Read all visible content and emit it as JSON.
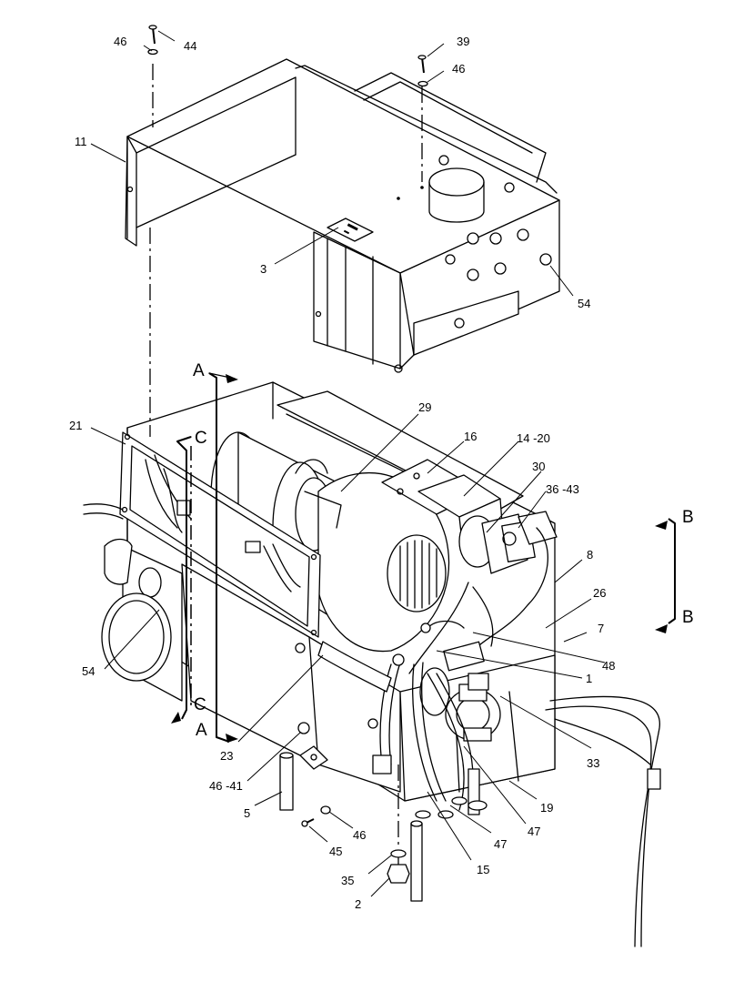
{
  "callouts": [
    "46",
    "44",
    "39",
    "46",
    "11",
    "3",
    "54",
    "21",
    "29",
    "16",
    "14 -20",
    "30",
    "36 -43",
    "8",
    "26",
    "7",
    "48",
    "1",
    "33",
    "54",
    "23",
    "46 -41",
    "5",
    "45",
    "46",
    "35",
    "2",
    "15",
    "47",
    "47",
    "19"
  ],
  "section_markers": [
    "A",
    "A",
    "C",
    "C",
    "B",
    "B"
  ]
}
